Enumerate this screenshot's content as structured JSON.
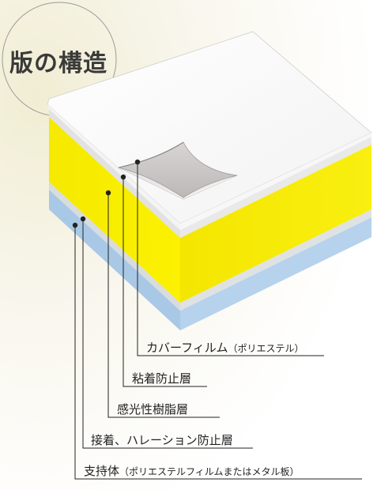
{
  "title": "版の構造",
  "layers": [
    {
      "name": "カバーフィルム",
      "note": "（ポリエステル）",
      "color": "#ffffff"
    },
    {
      "name": "粘着防止層",
      "note": "",
      "color": "#e2e2e2"
    },
    {
      "name": "感光性樹脂層",
      "note": "",
      "color": "#f7ec00"
    },
    {
      "name": "接着、ハレーション防止層",
      "note": "",
      "color": "#d8dcdd"
    },
    {
      "name": "支持体",
      "note": "（ポリエステルフィルムまたはメタル板）",
      "color": "#a9c8e6"
    }
  ],
  "colors": {
    "leader_line": "#222222",
    "title_circle": "#9a9a9a",
    "background_glow": "#f3efd8"
  }
}
